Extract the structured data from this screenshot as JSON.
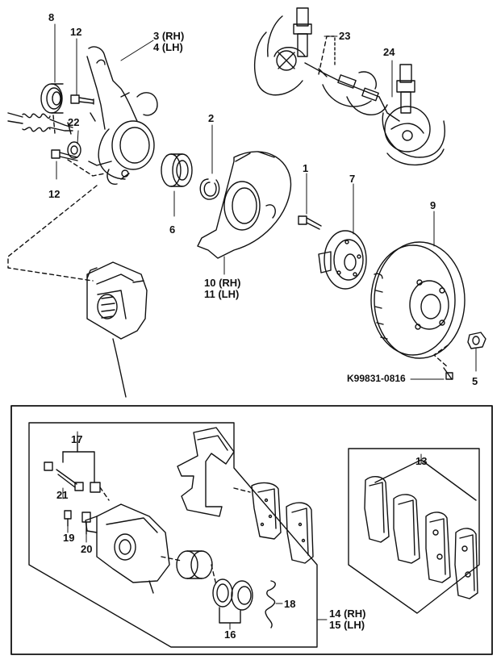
{
  "labels": {
    "p1": "1",
    "p2": "2",
    "p3": "3 (RH)",
    "p4": "4 (LH)",
    "p5": "5",
    "p6": "6",
    "p7": "7",
    "p8": "8",
    "p9": "9",
    "p10": "10 (RH)",
    "p11": "11 (LH)",
    "p12a": "12",
    "p12b": "12",
    "p13": "13",
    "p14": "14 (RH)",
    "p15": "15 (LH)",
    "p16": "16",
    "p17": "17",
    "p18": "18",
    "p19": "19",
    "p20": "20",
    "p21": "21",
    "p22": "22",
    "p23": "23",
    "p24": "24",
    "code": "K99831-0816"
  }
}
